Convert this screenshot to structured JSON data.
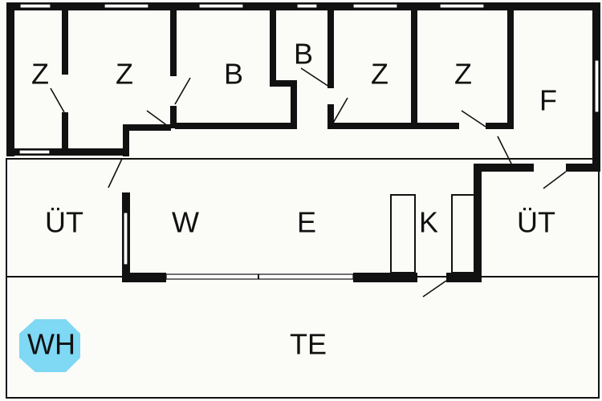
{
  "plan": {
    "rooms": [
      {
        "id": "z1",
        "label": "Z"
      },
      {
        "id": "z2",
        "label": "Z"
      },
      {
        "id": "b1",
        "label": "B"
      },
      {
        "id": "b2",
        "label": "B"
      },
      {
        "id": "z3",
        "label": "Z"
      },
      {
        "id": "z4",
        "label": "Z"
      },
      {
        "id": "f",
        "label": "F"
      },
      {
        "id": "ut1",
        "label": "ÜT"
      },
      {
        "id": "w",
        "label": "W"
      },
      {
        "id": "e",
        "label": "E"
      },
      {
        "id": "k",
        "label": "K"
      },
      {
        "id": "ut2",
        "label": "ÜT"
      },
      {
        "id": "te",
        "label": "TE"
      }
    ],
    "whirlpool": {
      "label": "WH",
      "color": "#7fd8f4"
    }
  }
}
